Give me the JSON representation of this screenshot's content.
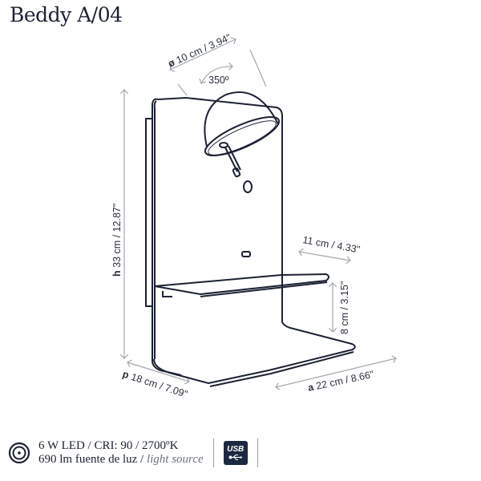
{
  "header": {
    "title": "Beddy A/04"
  },
  "dimensions": {
    "diameter": {
      "prefix": "ø",
      "value": "10 cm / 3.94\""
    },
    "rotation": "350º",
    "height": {
      "prefix": "h",
      "value": "33 cm / 12.87\""
    },
    "arm_reach": "11 cm / 4.33\"",
    "shelf_gap": "8 cm / 3.15\"",
    "depth": {
      "prefix": "p",
      "value": "18 cm / 7.09\""
    },
    "width": {
      "prefix": "a",
      "value": "22 cm / 8.66\""
    }
  },
  "specs": {
    "line1": "6 W LED / CRI: 90 / 2700ºK",
    "line2_main": "690 lm fuente de luz / ",
    "line2_italic": "light source",
    "led_icon": "light-source-icon",
    "usb_icon": {
      "label": "USB",
      "name": "usb-icon"
    }
  },
  "colors": {
    "line": "#1c2233",
    "dimension": "#a3a7ad",
    "text": "#1c2233",
    "usb_bg": "#1c2840"
  }
}
